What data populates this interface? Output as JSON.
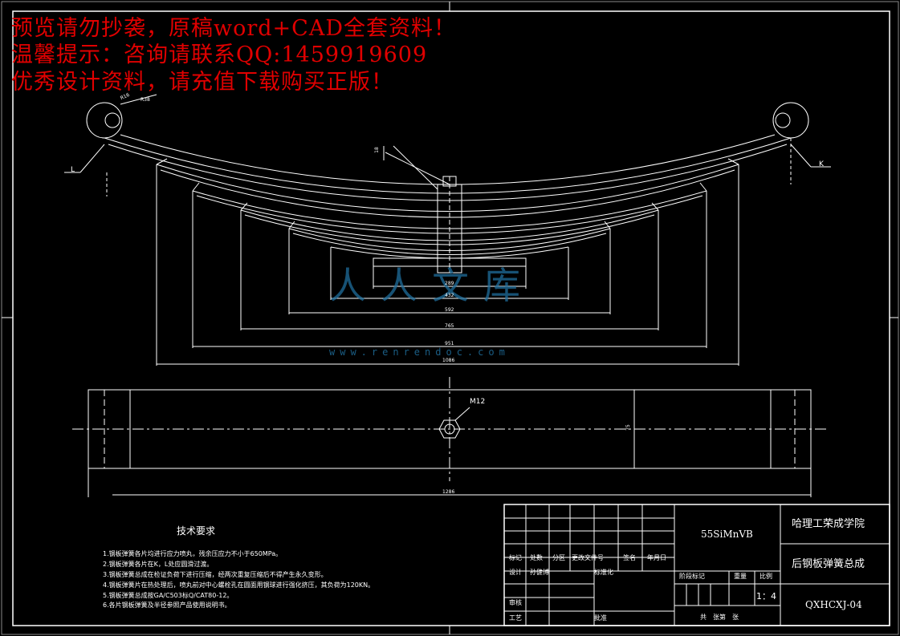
{
  "watermark": {
    "line1": "预览请勿抄袭，原稿word+CAD全套资料！",
    "line2": "温馨提示：咨询请联系QQ:1459919609",
    "line3": "优秀设计资料，请充值下载购买正版！",
    "color": "#e00000"
  },
  "site_logo": {
    "text": "人人文库",
    "url": "www.renrendoc.com",
    "color": "#1f6e9c"
  },
  "drawing": {
    "eye_labels": {
      "left": "L",
      "right": "K"
    },
    "eye_radius_labels": [
      "R16",
      "R38"
    ],
    "clamp_dimension": "18",
    "bolt_label": "M12",
    "leaf_lengths": [
      "289",
      "432",
      "592",
      "765",
      "951",
      "1086"
    ],
    "plan_length": "1286",
    "plan_width": "75",
    "line_color": "#ffffff"
  },
  "technical_requirements": {
    "title": "技术要求",
    "items": [
      "1.钢板弹簧各片均进行应力喷丸，残余压应力不小于650MPa。",
      "2.钢板弹簧各片在K，L处应圆滑过渡。",
      "3.钢板弹簧总成在检证负荷下进行压缩，经两次重复压缩后不得产生永久变形。",
      "4.钢板弹簧片在热处理后，喷丸前对中心螺栓孔在圆面用钢球进行强化挤压，其负荷为120KN。",
      "5.钢板弹簧总成按GA/C503标Q/CAT80-12。",
      "6.各片钢板弹簧及半径参照产品使用说明书。"
    ]
  },
  "title_block": {
    "material": "55SiMnVB",
    "school": "哈理工荣成学院",
    "drawing_name": "后钢板弹簧总成",
    "drawing_number": "QXHCXJ-04",
    "scale": "1：4",
    "headers": {
      "mark": "标记",
      "count": "处数",
      "zone": "分区",
      "change_doc": "更改文件号",
      "signature": "签名",
      "date": "年月日",
      "design": "设计",
      "designer": "孙健博",
      "standardize": "标准化",
      "stage_mark": "阶段标记",
      "weight": "重量",
      "ratio": "比例",
      "review": "审核",
      "process": "工艺",
      "approve": "批准",
      "sheets": "共　张第　张"
    }
  }
}
